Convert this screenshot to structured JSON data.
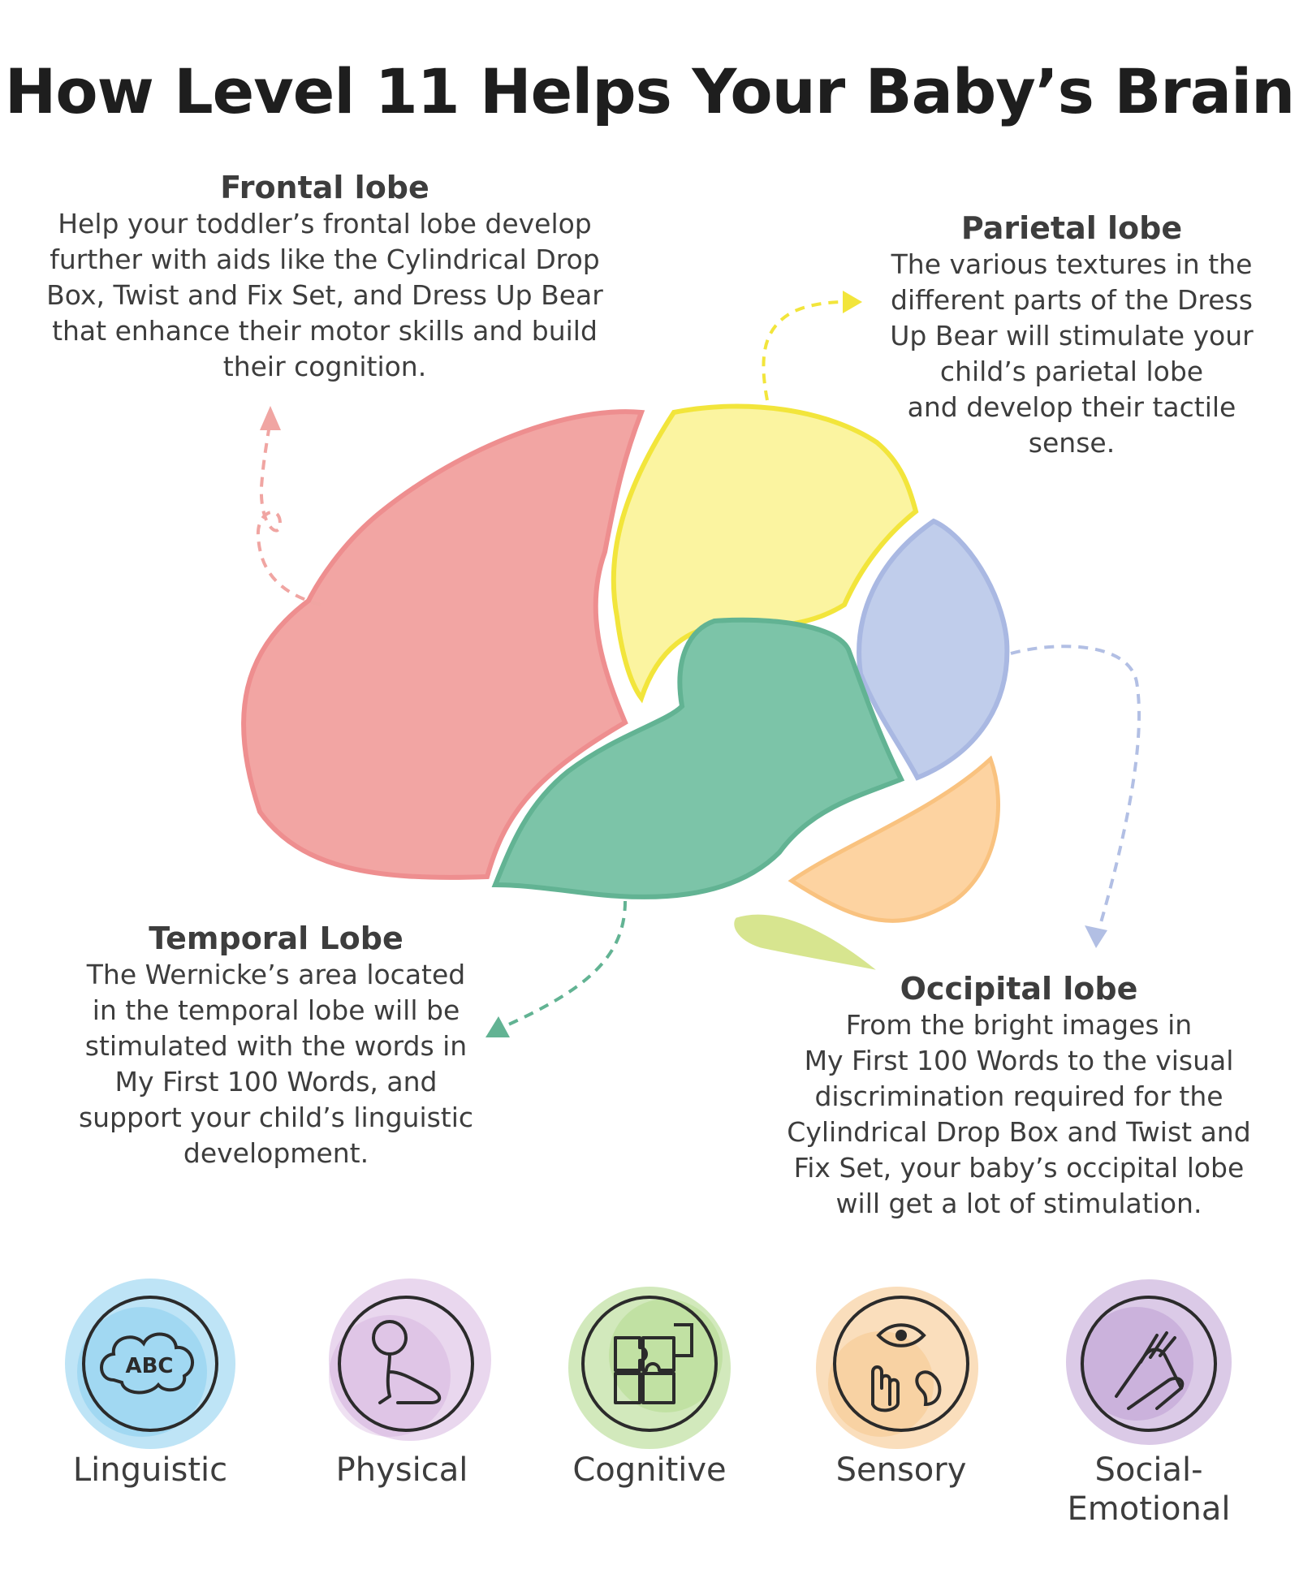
{
  "title": "How Level 11 Helps Your Baby’s Brain",
  "lobes": {
    "frontal": {
      "title": "Frontal lobe",
      "desc": "Help your toddler’s frontal lobe develop\nfurther with aids like the Cylindrical Drop\nBox, Twist and Fix Set, and Dress Up Bear\nthat enhance their motor skills and build\ntheir cognition.",
      "color": "#f2a5a3"
    },
    "parietal": {
      "title": "Parietal lobe",
      "desc": "The various textures in the\ndifferent parts of the Dress\nUp Bear will stimulate your\nchild’s parietal lobe\nand develop their tactile\nsense.",
      "color": "#fbf4a0"
    },
    "temporal": {
      "title": "Temporal Lobe",
      "desc": "The Wernicke’s area located\nin the temporal lobe will be\nstimulated with the words in\nMy First 100 Words, and\nsupport your child’s linguistic\ndevelopment.",
      "color": "#7cc4a8"
    },
    "occipital": {
      "title": "Occipital lobe",
      "desc": "From the bright images in\nMy First 100 Words to the visual\ndiscrimination required for the\nCylindrical Drop Box and Twist and\nFix Set, your baby’s occipital lobe\nwill get a lot of stimulation.",
      "color": "#c0cdeb"
    }
  },
  "icons": [
    {
      "label": "Linguistic",
      "icon": "abc-cloud-icon",
      "color": "#6ec3ea",
      "badge_text": "ABC"
    },
    {
      "label": "Physical",
      "icon": "crawling-baby-icon",
      "color": "#c99bd4"
    },
    {
      "label": "Cognitive",
      "icon": "puzzle-icon",
      "color": "#9bcf6b"
    },
    {
      "label": "Sensory",
      "icon": "senses-icon",
      "color": "#f5b66a"
    },
    {
      "label": "Social-\nEmotional",
      "icon": "holding-hands-icon",
      "color": "#a67bc4"
    }
  ]
}
